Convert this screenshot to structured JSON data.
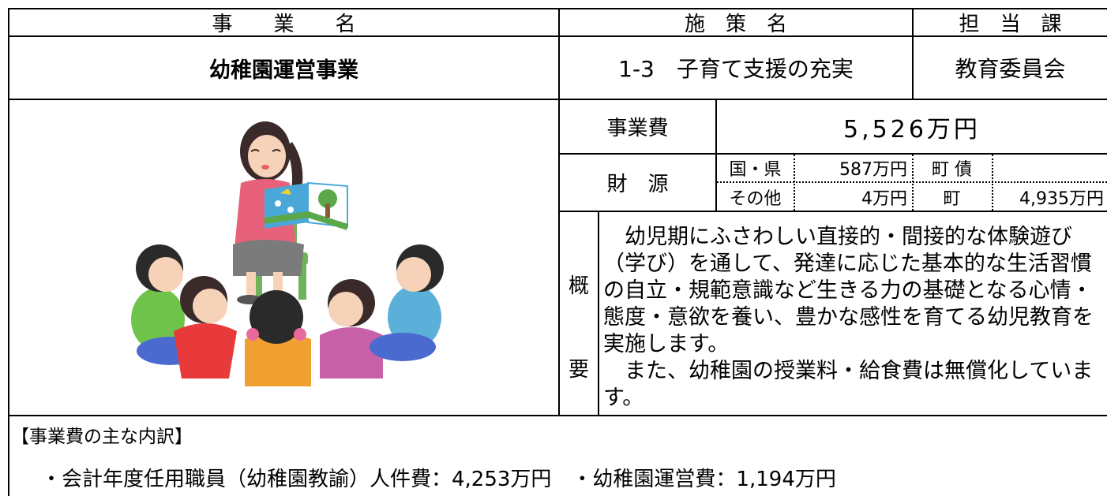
{
  "header": {
    "project_name_label": "事　　業　　名",
    "policy_name_label": "施　策　名",
    "department_label": "担　当　課"
  },
  "row1": {
    "project_name": "幼稚園運営事業",
    "policy": "1-3　子育て支援の充実",
    "department": "教育委員会"
  },
  "cost": {
    "label": "事業費",
    "value": "5,526万円"
  },
  "funding": {
    "label": "財　源",
    "national_pref_label": "国・県",
    "national_pref_value": "587万円",
    "town_bond_label": "町 債",
    "town_bond_value": "",
    "other_label": "その他",
    "other_value": "4万円",
    "town_label": "町",
    "town_value": "4,935万円"
  },
  "summary": {
    "label_top": "概",
    "label_bottom": "要",
    "text": "　幼児期にふさわしい直接的・間接的な体験遊び（学び）を通して、発達に応じた基本的な生活習慣の自立・規範意識など生きる力の基礎となる心情・態度・意欲を養い、豊かな感性を育てる幼児教育を実施します。\n　また、幼稚園の授業料・給食費は無償化しています。"
  },
  "breakdown": {
    "heading": "【事業費の主な内訳】",
    "items": "・会計年度任用職員（幼稚園教諭）人件費：4,253万円　・幼稚園運営費：1,194万円"
  },
  "illustration": {
    "icon": "teacher-reading-to-children-illustration",
    "colors": {
      "teacher_top": "#e8617a",
      "teacher_skirt": "#7b7b7b",
      "chair": "#6fb35a",
      "book": "#4aa8d8"
    }
  }
}
